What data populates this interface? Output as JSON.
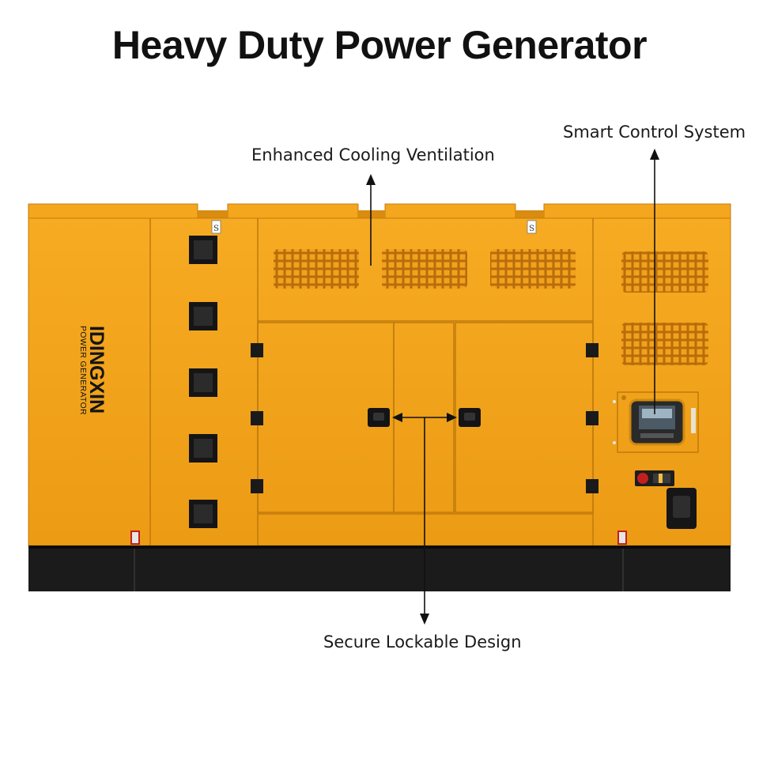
{
  "title": "Heavy Duty Power Generator",
  "callouts": {
    "cooling": "Enhanced Cooling Ventilation",
    "control": "Smart Control System",
    "secure": "Secure Lockable Design"
  },
  "brand": {
    "name": "IDINGXIN",
    "tagline": "POWER GENERATOR"
  },
  "warning_symbol": "S",
  "colors": {
    "enclosure": "#f3a41b",
    "enclosure_shadow": "#d98c10",
    "base": "#1b1b1b",
    "text": "#111111"
  }
}
